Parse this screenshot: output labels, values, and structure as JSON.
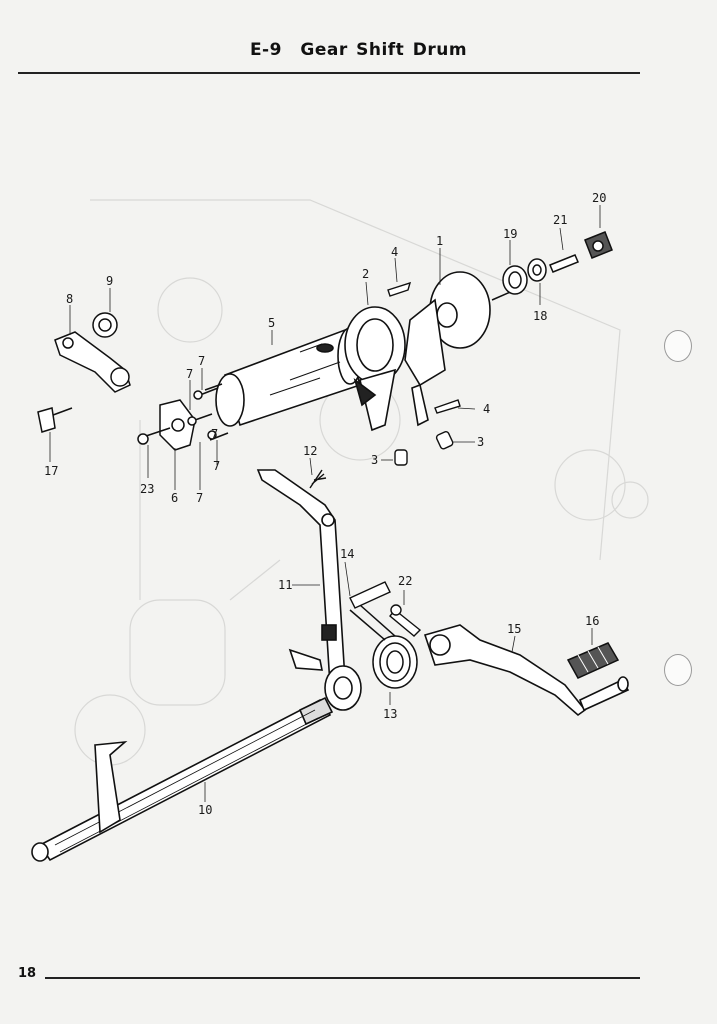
{
  "header": {
    "code": "E-9",
    "title": "Gear Shift Drum"
  },
  "footer": {
    "page_number": "18"
  },
  "callouts": {
    "c1": "1",
    "c2": "2",
    "c3a": "3",
    "c3b": "3",
    "c4a": "4",
    "c4b": "4",
    "c5": "5",
    "c6": "6",
    "c7a": "7",
    "c7b": "7",
    "c7c": "7",
    "c7d": "7",
    "c7e": "7",
    "c8": "8",
    "c9": "9",
    "c10": "10",
    "c11": "11",
    "c12": "12",
    "c13": "13",
    "c14": "14",
    "c15": "15",
    "c16": "16",
    "c17": "17",
    "c18": "18",
    "c19": "19",
    "c20": "20",
    "c21": "21",
    "c22": "22",
    "c23": "23"
  }
}
